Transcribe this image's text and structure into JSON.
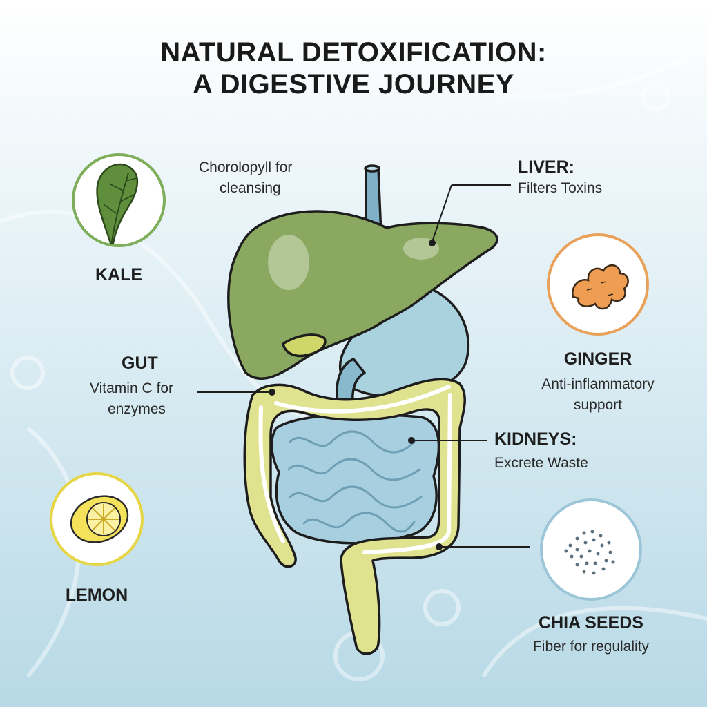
{
  "title": {
    "line1": "NATURAL DETOXIFICATION:",
    "line2": "A DIGESTIVE JOURNEY"
  },
  "foods": {
    "kale": {
      "name": "KALE",
      "icon": "kale-leaf-icon",
      "ring_color": "#7fae5a"
    },
    "lemon": {
      "name": "LEMON",
      "icon": "lemon-slice-icon",
      "ring_color": "#e6d646"
    },
    "ginger": {
      "name": "GINGER",
      "icon": "ginger-root-icon",
      "ring_color": "#e9a15a",
      "note_line1": "Anti-inflammatory",
      "note_line2": "support"
    },
    "chia": {
      "name": "CHIA SEEDS",
      "icon": "chia-seeds-icon",
      "ring_color": "#9cc6d8",
      "note": "Fiber for regulality"
    }
  },
  "callouts": {
    "chlorophyll_line1": "Chorolopyll for",
    "chlorophyll_line2": "cleansing",
    "liver_head": "LIVER:",
    "liver_sub": "Filters Toxins",
    "gut_head": "GUT",
    "gut_sub_line1": "Vitamin C for",
    "gut_sub_line2": "enzymes",
    "kidneys_head": "KIDNEYS:",
    "kidneys_sub": "Excrete Waste"
  },
  "colors": {
    "liver": "#8aa85f",
    "stomach": "#a9d2de",
    "colon": "#dfe38f",
    "small_intestine": "#a7cfe0",
    "background_top": "#ffffff",
    "background_bottom": "#b9dbe8"
  }
}
